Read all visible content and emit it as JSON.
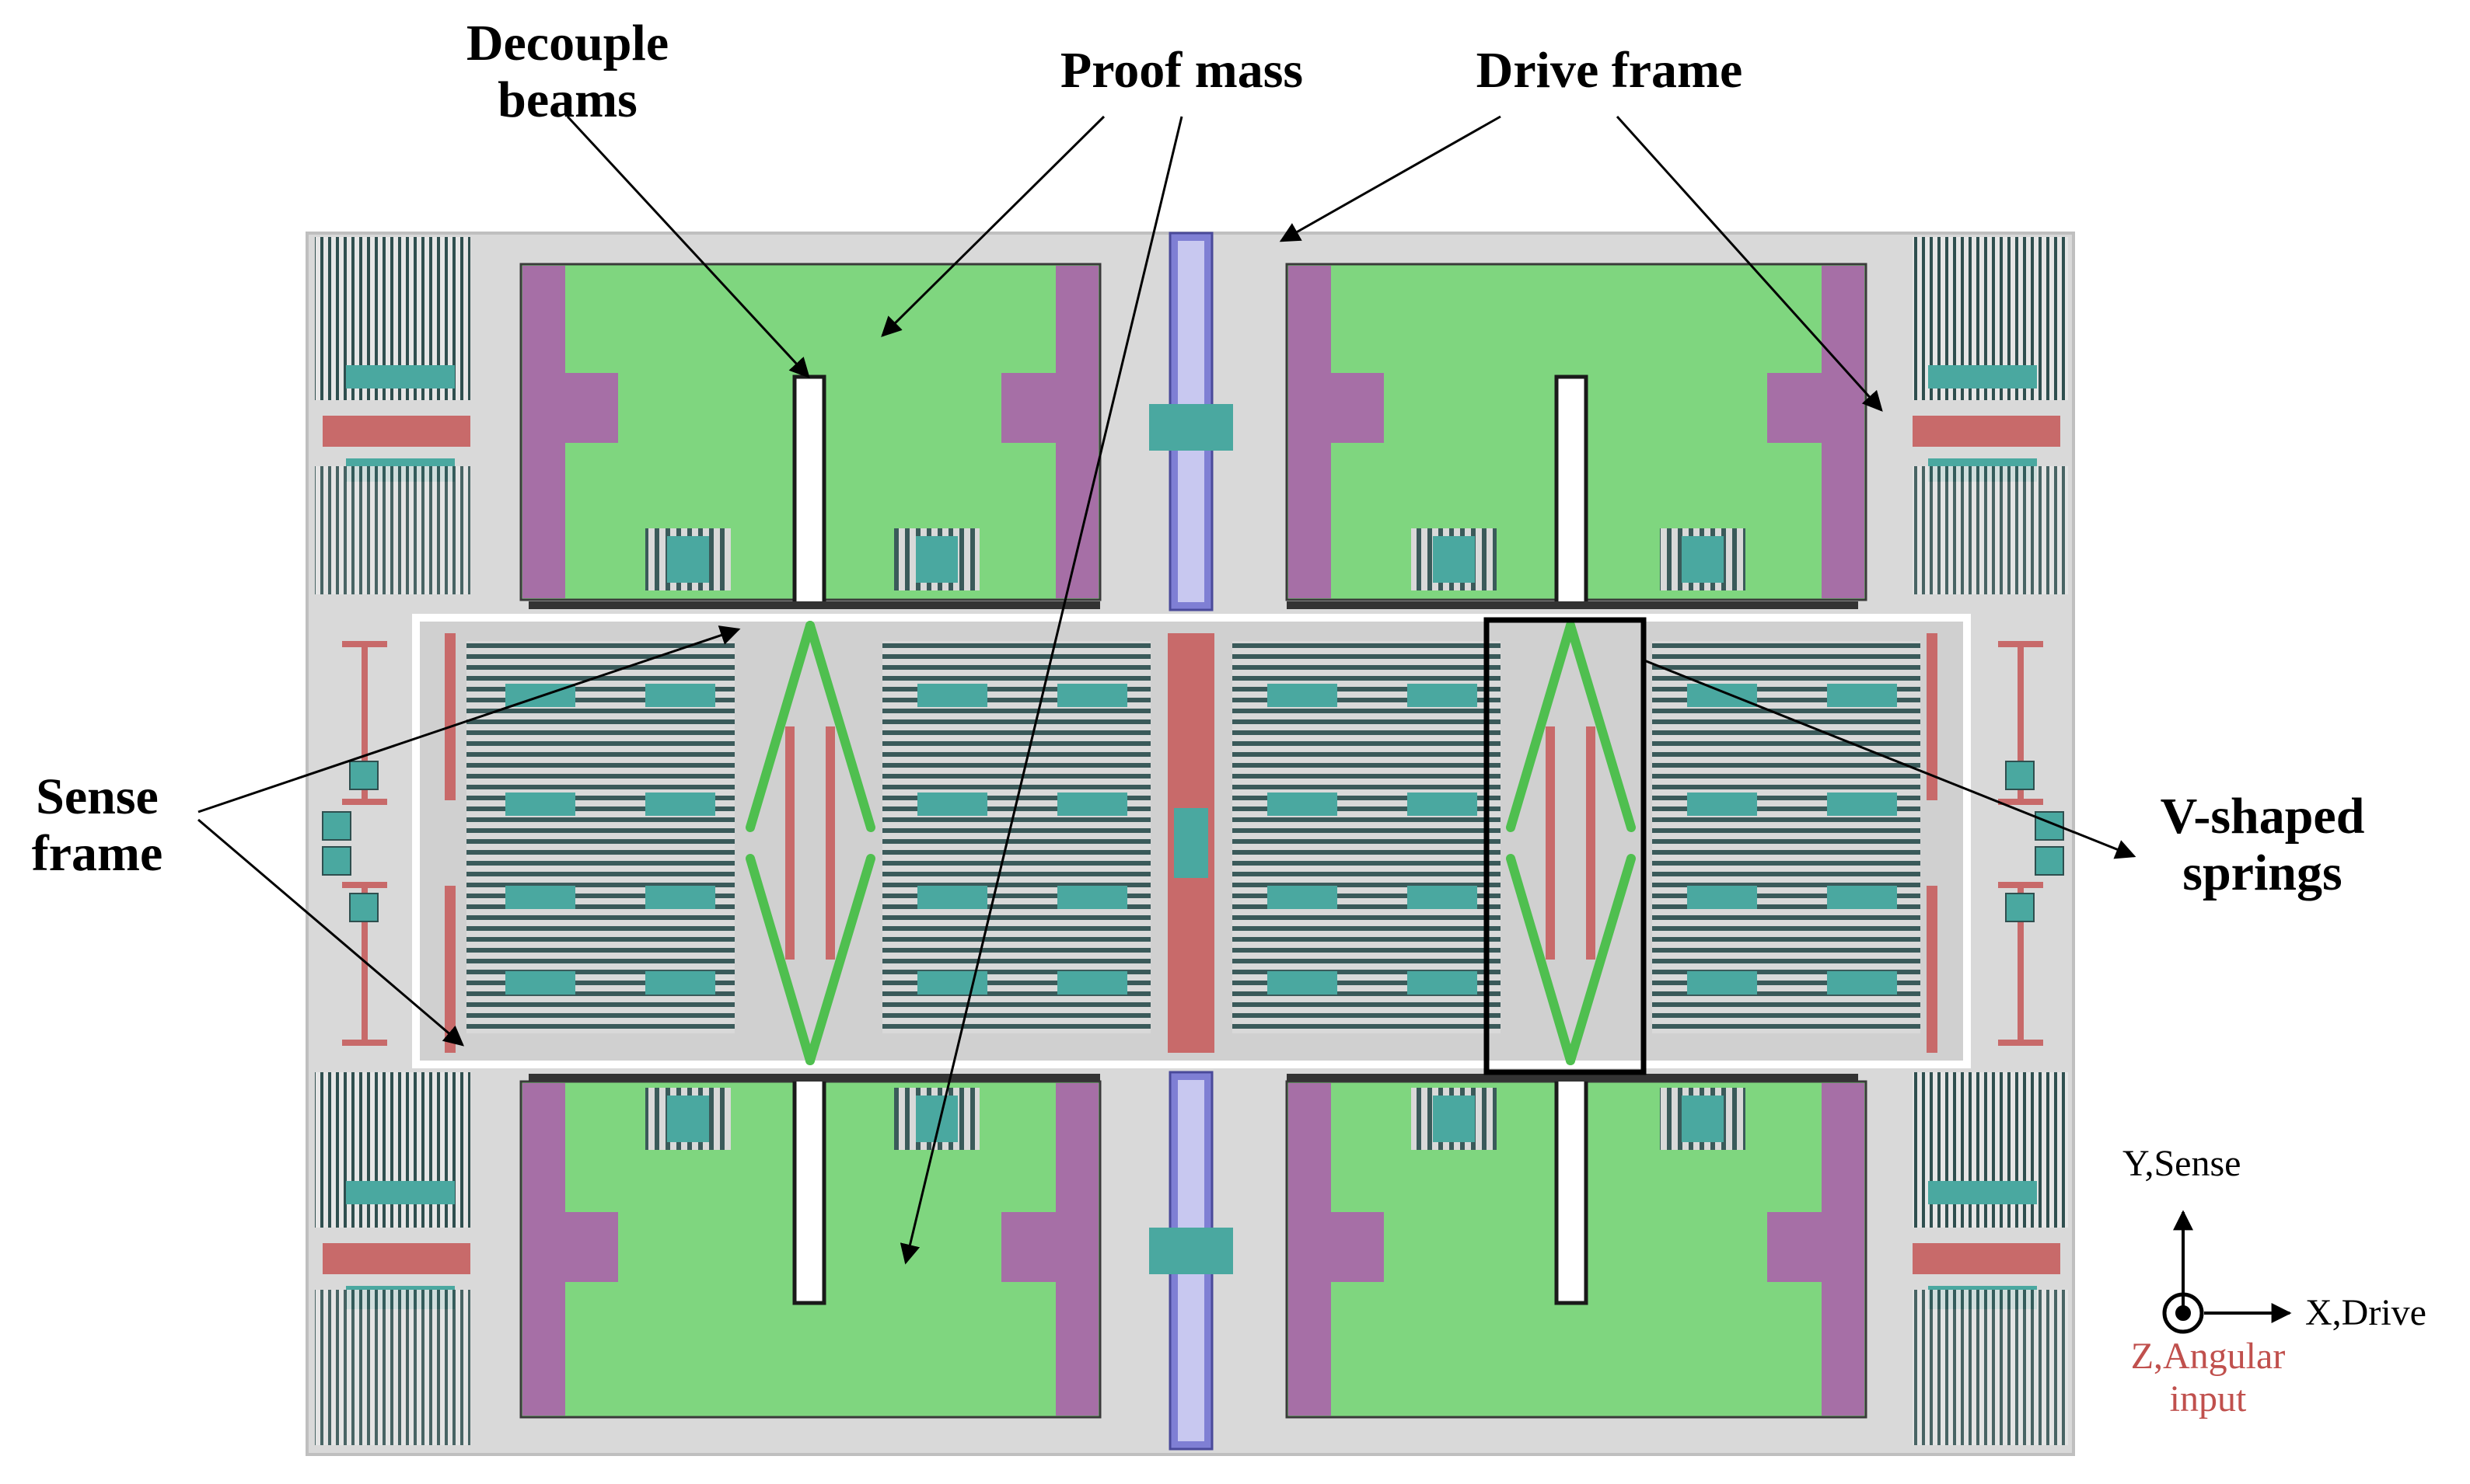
{
  "labels": {
    "decouple_beams": "Decouple\nbeams",
    "proof_mass": "Proof mass",
    "drive_frame": "Drive frame",
    "sense_frame": "Sense\nframe",
    "v_shaped_springs": "V-shaped\nsprings"
  },
  "axes": {
    "y_label": "Y,Sense",
    "x_label": "X,Drive",
    "z_label": "Z,Angular\ninput"
  },
  "colors": {
    "substrate": "#d9d9d9",
    "proof_mass": "#7fd67f",
    "drive_spring": "#a66fa6",
    "electrode": "#4aa8a0",
    "comb_teeth": "#3a5a5a",
    "suspension": "#7f7fd4",
    "sense_beam": "#c86a6a",
    "v_spring": "#4fbf4f",
    "axis_z": "#c0504d"
  }
}
